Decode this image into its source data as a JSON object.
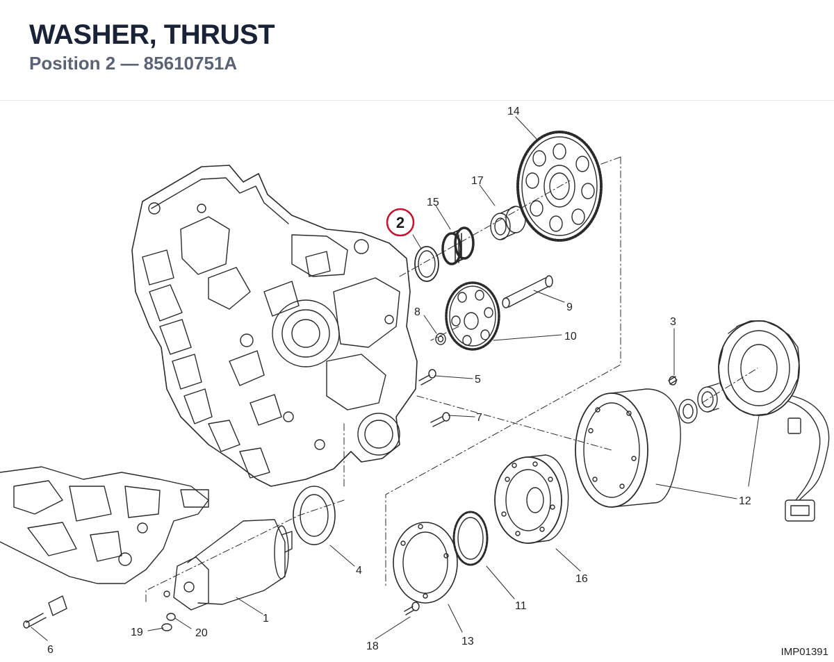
{
  "header": {
    "title": "WASHER, THRUST",
    "subtitle": "Position 2 — 85610751A"
  },
  "highlight": {
    "label": "2",
    "color": "#c8102e"
  },
  "callouts": {
    "c1": "1",
    "c3": "3",
    "c4": "4",
    "c5": "5",
    "c6": "6",
    "c7": "7",
    "c8": "8",
    "c9": "9",
    "c10": "10",
    "c11": "11",
    "c12": "12",
    "c13": "13",
    "c14": "14",
    "c15": "15",
    "c16": "16",
    "c17": "17",
    "c18": "18",
    "c19": "19",
    "c20": "20"
  },
  "image_code": "IMP01391"
}
